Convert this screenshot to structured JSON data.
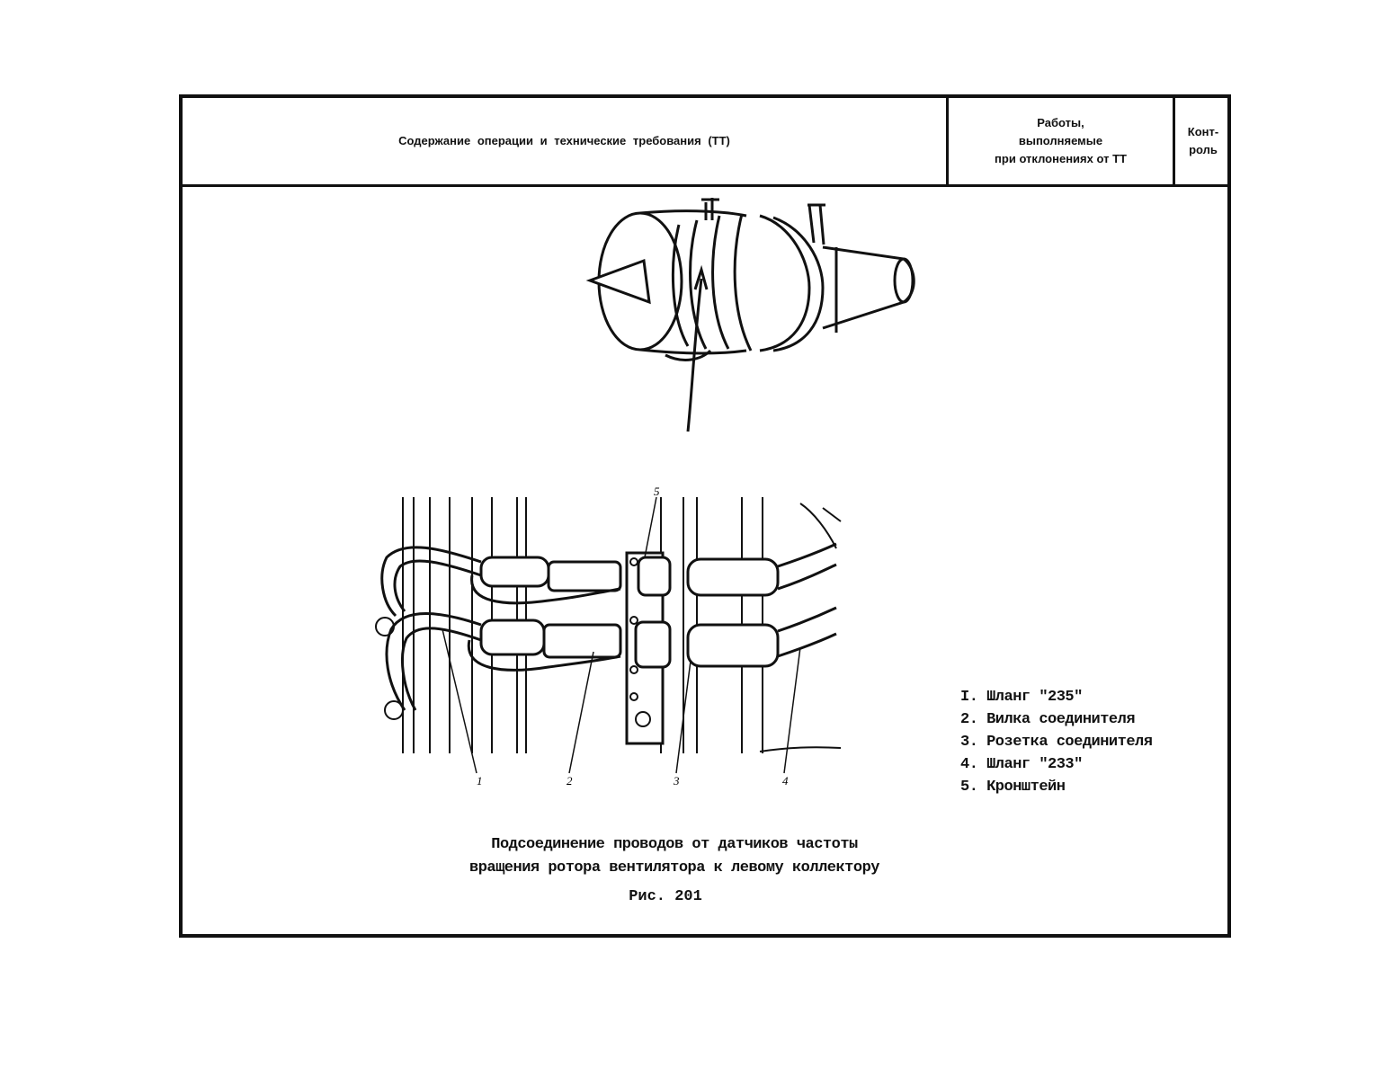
{
  "header": {
    "col_content": "Содержание операции и технические требования (ТТ)",
    "col_works_line1": "Работы,",
    "col_works_line2": "выполняемые",
    "col_works_line3": "при отклонениях от ТТ",
    "col_control_line1": "Конт-",
    "col_control_line2": "роль"
  },
  "legend": [
    "I. Шланг \"235\"",
    "2. Вилка соединителя",
    "3. Розетка соединителя",
    "4. Шланг \"233\"",
    "5. Кронштейн"
  ],
  "callouts": [
    "1",
    "2",
    "3",
    "4",
    "5"
  ],
  "caption": {
    "line1": "Подсоединение проводов от датчиков частоты",
    "line2": "вращения ротора вентилятора к левому коллектору",
    "figure": "Рис. 201"
  }
}
